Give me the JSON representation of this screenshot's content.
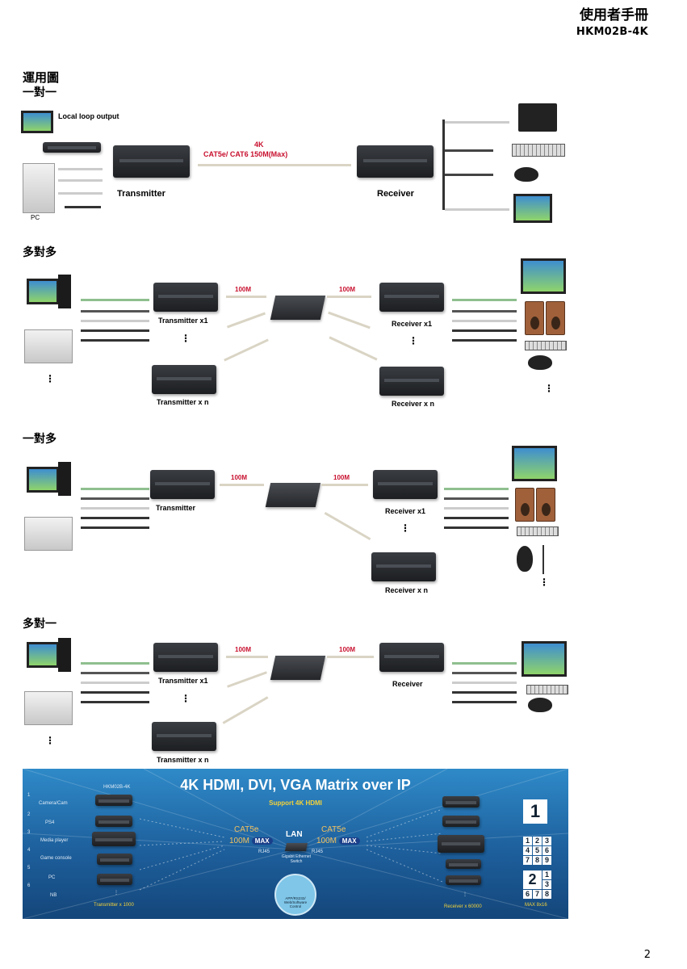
{
  "header": {
    "title": "使用者手冊",
    "model": "HKM02B-4K"
  },
  "page": {
    "heading": "運用圖",
    "number": "2"
  },
  "sections": {
    "one_to_one": {
      "title": "一對一",
      "local_loop": "Local loop output",
      "cable_4k": "4K",
      "cable_spec": "CAT5e/ CAT6 150M(Max)",
      "transmitter": "Transmitter",
      "receiver": "Receiver",
      "pc": "PC"
    },
    "many_to_many": {
      "title": "多對多",
      "speed_left": "100M",
      "speed_right": "100M",
      "tx1": "Transmitter x1",
      "txn": "Transmitter",
      "txn_suffix": "x n",
      "rx1": "Receiver x1",
      "rxn": "Receiver x n"
    },
    "one_to_many": {
      "title": "一對多",
      "speed_left": "100M",
      "speed_right": "100M",
      "tx": "Transmitter",
      "rx1": "Receiver x1",
      "rxn": "Receiver x n"
    },
    "many_to_one": {
      "title": "多對一",
      "speed_left": "100M",
      "speed_right": "100M",
      "tx1": "Transmitter x1",
      "txn": "Transmitter",
      "txn_suffix": "x n",
      "rx": "Receiver"
    }
  },
  "banner": {
    "title": "4K HDMI, DVI, VGA Matrix over IP",
    "subtitle": "Support 4K HDMI",
    "model_tag": "HKM02B-4K",
    "cat_left": "CAT5e",
    "cat_right": "CAT5e",
    "speed_left": "100M",
    "speed_right": "100M",
    "max_left": "MAX",
    "max_right": "MAX",
    "lan": "LAN",
    "rj45_left": "RJ45",
    "rj45_right": "RJ45",
    "switch_label": "Gigabit Ethernet Switch",
    "app_label": "APP/RS232/ Web/Software Control",
    "tx_count": "Transmitter x 1000",
    "rx_count": "Receiver x 60000",
    "max_matrix": "MAX 8x16",
    "grid_1": "1",
    "grid_2": "2",
    "grid_nums": [
      "1",
      "2",
      "3",
      "4",
      "5",
      "6",
      "7",
      "8",
      "9"
    ],
    "grid2_nums": [
      "1",
      "3",
      "6",
      "7",
      "8"
    ],
    "sources": [
      "1",
      "2",
      "3",
      "4",
      "5",
      "6"
    ],
    "source_names": [
      "Camera/Cam",
      "PS4",
      "Media player",
      "Game console",
      "PC",
      "NB"
    ]
  },
  "colors": {
    "accent_red": "#c8102e",
    "banner_blue": "#1d5f9c",
    "banner_yellow": "#f3d23a"
  }
}
